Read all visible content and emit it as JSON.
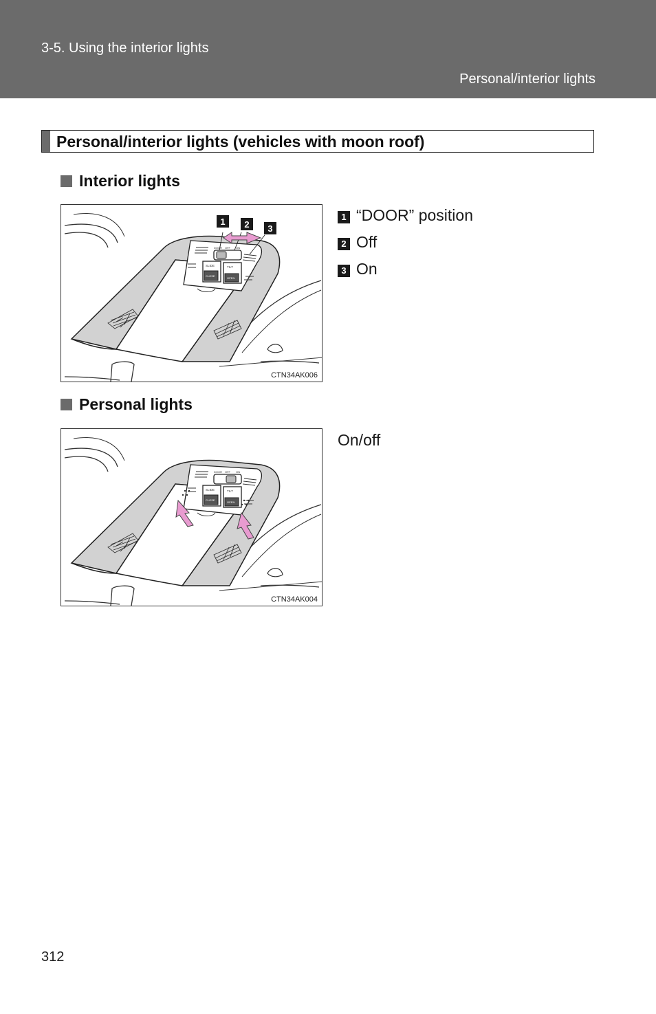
{
  "header": {
    "section": "3-5. Using the interior lights",
    "topic": "Personal/interior lights"
  },
  "section_title": "Personal/interior lights (vehicles with moon roof)",
  "interior": {
    "heading": "Interior lights",
    "figure_code": "CTN34AK006",
    "callouts": [
      "1",
      "2",
      "3"
    ],
    "panel_labels": [
      "DOOR",
      "OFF",
      "ON",
      "SLIDE",
      "TILT",
      "CLOSE",
      "OPEN"
    ],
    "items": [
      {
        "num": "1",
        "label": "“DOOR” position"
      },
      {
        "num": "2",
        "label": "Off"
      },
      {
        "num": "3",
        "label": "On"
      }
    ]
  },
  "personal": {
    "heading": "Personal lights",
    "figure_code": "CTN34AK004",
    "panel_labels": [
      "DOOR",
      "OFF",
      "ON",
      "SLIDE",
      "TILT",
      "CLOSE",
      "OPEN"
    ],
    "description": "On/off"
  },
  "page_number": "312",
  "colors": {
    "header_bg": "#6b6b6b",
    "highlight_arrow": "#e89bd0",
    "console_gray": "#d2d2d2"
  }
}
